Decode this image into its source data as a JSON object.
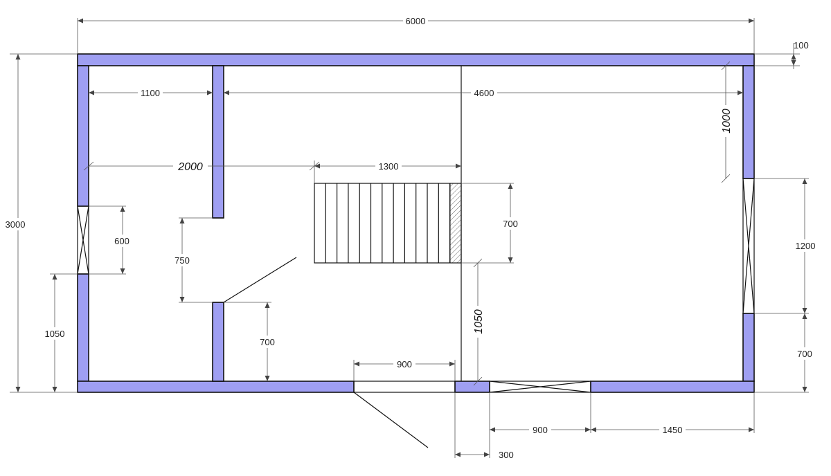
{
  "colors": {
    "wall_fill": "#9f9ff2",
    "line": "#111111",
    "dimension": "#555555"
  },
  "dimensions": {
    "overall_width": "6000",
    "overall_height": "3000",
    "wall_thickness": "100",
    "left_room_width": "1100",
    "main_width": "4600",
    "top_to_stair": "2000",
    "stair_length": "1300",
    "stair_width": "700",
    "right_top_offset": "1000",
    "right_window": "1200",
    "right_bottom": "700",
    "left_window": "600",
    "left_sill": "1050",
    "partition_door": "750",
    "partition_bottom": "700",
    "entrance_door": "900",
    "stair_to_bottom": "1050",
    "bottom_window": "900",
    "bottom_right": "1450",
    "bottom_pier": "300"
  }
}
